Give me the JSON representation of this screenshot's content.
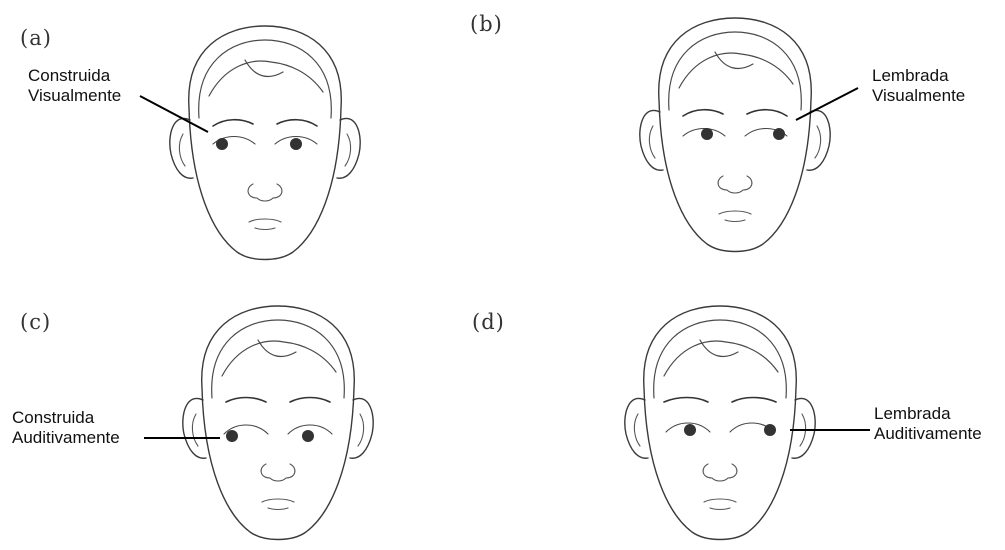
{
  "panels": [
    {
      "id": "a",
      "letter": "(a)",
      "label_line1": "Construida",
      "label_line2": "Visualmente",
      "gaze": "up-left"
    },
    {
      "id": "b",
      "letter": "(b)",
      "label_line1": "Lembrada",
      "label_line2": "Visualmente",
      "gaze": "up-right"
    },
    {
      "id": "c",
      "letter": "(c)",
      "label_line1": "Construida",
      "label_line2": "Auditivamente",
      "gaze": "side-left"
    },
    {
      "id": "d",
      "letter": "(d)",
      "label_line1": "Lembrada",
      "label_line2": "Auditivamente",
      "gaze": "side-right"
    }
  ]
}
